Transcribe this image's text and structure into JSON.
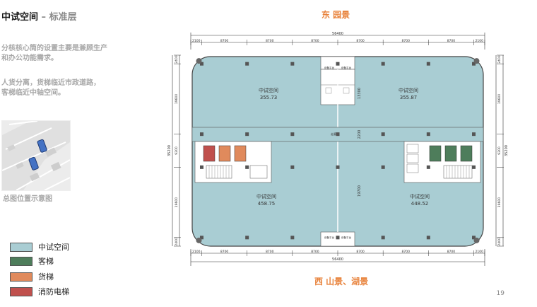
{
  "title": {
    "main": "中试空间",
    "sub": " – 标准层"
  },
  "description": {
    "line1": "分核核心筒的设置主要是兼顾生产",
    "line2": "和办公功能需求。",
    "line3": "人货分离，货梯临近市政道路，",
    "line4": "客梯临近中轴空间。"
  },
  "site_plan": {
    "caption": "总图位置示意图"
  },
  "legend": [
    {
      "label": "中试空间",
      "color": "#a9cdd3"
    },
    {
      "label": "客梯",
      "color": "#4e7d5b"
    },
    {
      "label": "货梯",
      "color": "#e08a5c"
    },
    {
      "label": "消防电梯",
      "color": "#c0504d"
    }
  ],
  "orientation": {
    "north": "东 园景",
    "south": "西 山景、湖景"
  },
  "page_number": "19",
  "plan": {
    "total_width": "56400",
    "bay_dims": [
      "2100",
      "8700",
      "8700",
      "8700",
      "8700",
      "8700",
      "8700",
      "2100"
    ],
    "side_dims": [
      "2400",
      "19600",
      "9200",
      "19600",
      "2400"
    ],
    "total_height": "35200",
    "core_dims": {
      "corridor": "2200",
      "upper": "13300",
      "lower": "19700"
    },
    "corridor_label": "走廊",
    "rooms": [
      {
        "name": "中试空间",
        "area": "355.73"
      },
      {
        "name": "中试空间",
        "area": "355.87"
      },
      {
        "name": "中试空间",
        "area": "458.75"
      },
      {
        "name": "中试空间",
        "area": "448.52"
      }
    ],
    "balcony_labels": [
      "设备平台",
      "设备平台"
    ]
  }
}
